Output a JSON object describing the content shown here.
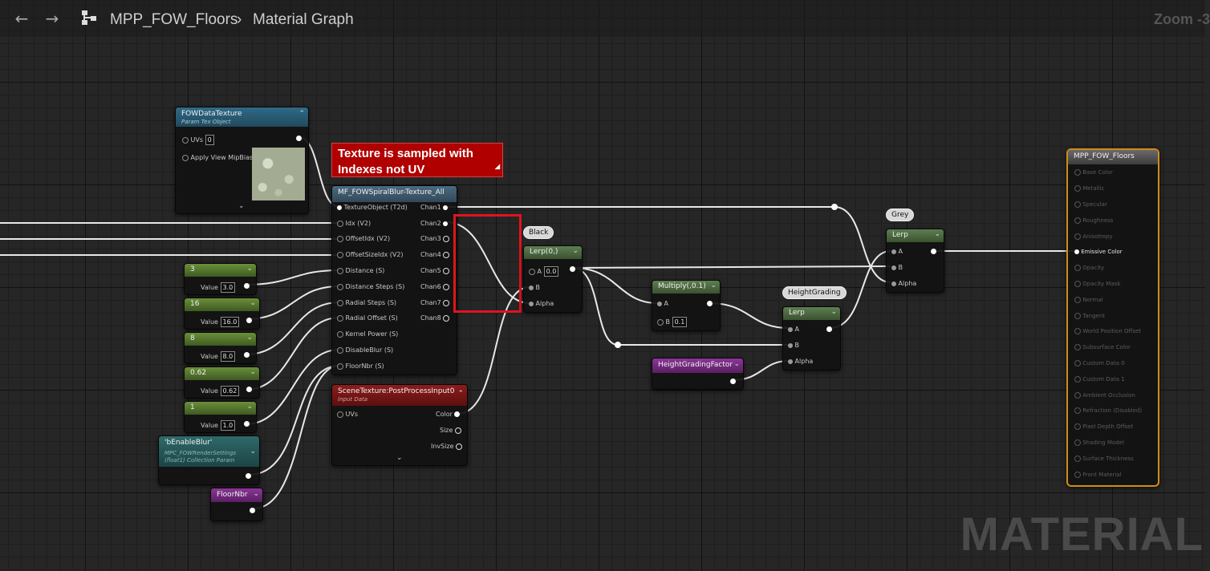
{
  "window": {
    "asset_name": "MPP_FOW_Floors",
    "graph_name": "Material Graph",
    "zoom_label": "Zoom -3",
    "watermark": "MATERIAL"
  },
  "icons": {
    "back": "arrow-left-icon",
    "forward": "arrow-right-icon",
    "graph": "graph-hierarchy-icon",
    "separator": "chevron-right-icon"
  },
  "nodes": {
    "fow_texture": {
      "title": "FOWDataTexture",
      "subtitle": "Param Tex Object",
      "uvs_label": "UVs",
      "uvs_value": "0",
      "mip_label": "Apply View MipBias"
    },
    "comment": {
      "text_line1": "Texture is sampled with",
      "text_line2": "Indexes not UV"
    },
    "spiral_blur": {
      "title": "MF_FOWSpiralBlur-Texture_All",
      "inputs": [
        "TextureObject (T2d)",
        "Idx (V2)",
        "OffsetIdx (V2)",
        "OffsetSizeIdx (V2)",
        "Distance (S)",
        "Distance Steps (S)",
        "Radial Steps (S)",
        "Radial Offset (S)",
        "Kernel Power (S)",
        "DisableBlur (S)",
        "FloorNbr (S)"
      ],
      "outputs": [
        "Chan1",
        "Chan2",
        "Chan3",
        "Chan4",
        "Chan5",
        "Chan6",
        "Chan7",
        "Chan8"
      ]
    },
    "const_nodes": [
      {
        "title": "3",
        "label": "Value",
        "value": "3.0"
      },
      {
        "title": "16",
        "label": "Value",
        "value": "16.0"
      },
      {
        "title": "8",
        "label": "Value",
        "value": "8.0"
      },
      {
        "title": "0.62",
        "label": "Value",
        "value": "0.62"
      },
      {
        "title": "1",
        "label": "Value",
        "value": "1.0"
      }
    ],
    "enable_blur": {
      "title": "'bEnableBlur'",
      "subtitle1": "MPC_FOWRenderSettings",
      "subtitle2": "(float1) Collection Param"
    },
    "floor_nbr": {
      "title": "FloorNbr"
    },
    "scene_texture": {
      "title": "SceneTexture:PostProcessInput0",
      "subtitle": "Input Data",
      "input": "UVs",
      "outputs": [
        "Color",
        "Size",
        "InvSize"
      ]
    },
    "lerp1": {
      "tag": "Black",
      "title": "Lerp(0,)",
      "a_label": "A",
      "a_value": "0.0",
      "b_label": "B",
      "alpha_label": "Alpha"
    },
    "multiply": {
      "title": "Multiply(,0.1)",
      "a_label": "A",
      "b_label": "B",
      "b_value": "0.1"
    },
    "height_grading_factor": {
      "title": "HeightGradingFactor"
    },
    "lerp2": {
      "tag": "HeightGrading",
      "title": "Lerp",
      "a_label": "A",
      "b_label": "B",
      "alpha_label": "Alpha"
    },
    "lerp3": {
      "tag": "Grey",
      "title": "Lerp",
      "a_label": "A",
      "b_label": "B",
      "alpha_label": "Alpha"
    },
    "material_output": {
      "title": "MPP_FOW_Floors",
      "pins": [
        "Base Color",
        "Metallic",
        "Specular",
        "Roughness",
        "Anisotropy",
        "Emissive Color",
        "Opacity",
        "Opacity Mask",
        "Normal",
        "Tangent",
        "World Position Offset",
        "Subsurface Color",
        "Custom Data 0",
        "Custom Data 1",
        "Ambient Occlusion",
        "Refraction (Disabled)",
        "Pixel Depth Offset",
        "Shading Model",
        "Surface Thickness",
        "Front Material"
      ],
      "active_pin": "Emissive Color"
    }
  },
  "colors": {
    "texture_header": "#2b5f7a",
    "function_header": "#3d5667",
    "constant_header": "#4e6e2b",
    "lerp_header": "#4a6a40",
    "param_header": "#6b2a74",
    "scene_header": "#7a1a1a",
    "collection_header": "#2d5d5d",
    "comment_bg": "#b00000",
    "output_border": "#d08b1b",
    "highlight_box": "#e0141e"
  }
}
